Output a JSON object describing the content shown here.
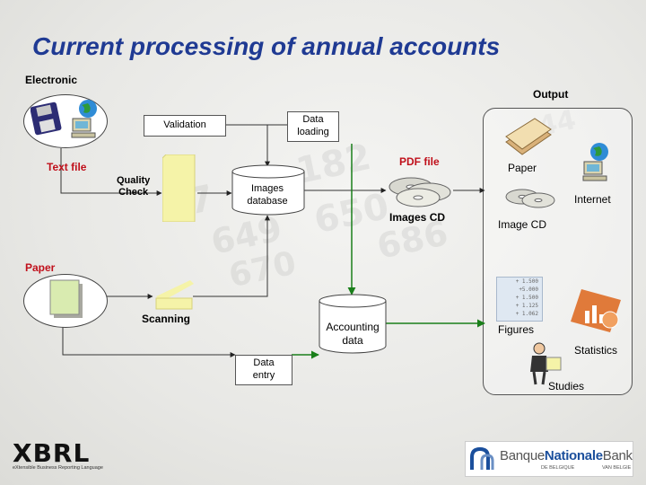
{
  "title": "Current processing of annual accounts",
  "labels": {
    "electronic": "Electronic",
    "output": "Output",
    "text_file": "Text file",
    "quality_check": "Quality\nCheck",
    "validation": "Validation",
    "data_loading": "Data\nloading",
    "pdf_file": "PDF file",
    "images_database": "Images\ndatabase",
    "images_cd": "Images CD",
    "paper_input": "Paper",
    "scanning": "Scanning",
    "data_entry": "Data\nentry",
    "accounting_data": "Accounting\ndata",
    "paper_output": "Paper",
    "internet": "Internet",
    "image_cd": "Image CD",
    "figures": "Figures",
    "statistics": "Statistics",
    "studies": "Studies"
  },
  "figures_values": [
    "+ 1.500",
    "+5.000",
    "+ 1.500",
    "+ 1.125",
    "+ 1.062"
  ],
  "logos": {
    "xbrl": "XBRL",
    "xbrl_sub": "eXtensible Business Reporting Language",
    "bank_a": "Banque",
    "bank_b": "Nationale",
    "bank_c": "Bank",
    "bank_sub_left": "DE BELGIQUE",
    "bank_sub_right": "VAN BELGIE"
  },
  "colors": {
    "title": "#1f3a93",
    "accent_red": "#c0101b",
    "arrow_green": "#1a7f1a",
    "bank_blue": "#1b4f9c"
  },
  "icons": [
    "floppy-disk-icon",
    "globe-computer-icon",
    "paper-document-icon",
    "scanner-icon",
    "cd-stack-icon",
    "paper-stack-icon",
    "bar-chart-icon",
    "person-icon"
  ]
}
